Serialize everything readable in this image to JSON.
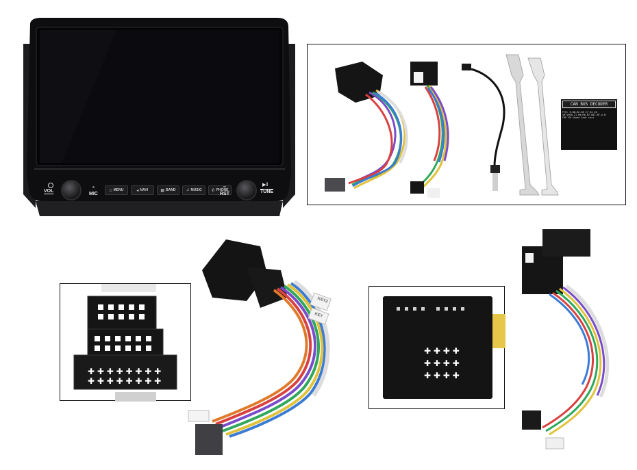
{
  "head_unit": {
    "buttons": [
      "MENU",
      "NAVI",
      "BAND",
      "MUSIC",
      "PHONE"
    ],
    "left_knob_label": "VOL",
    "mic_label": "MIC",
    "rst_label": "RST",
    "right_knob_label": "TUNE"
  },
  "accessories": {
    "decoder_title": "CAN BUS DECODER",
    "decoder_line1": "P/N: E-BW-RZ-SB   27 04 20",
    "decoder_line2": "SW:V000.21 HW:HW-RZ-002.NT-A.N",
    "decoder_line3": "FOR VW Skoda Seat cars"
  },
  "harness": {
    "tag1": "KEY2",
    "tag2": "KEY"
  }
}
